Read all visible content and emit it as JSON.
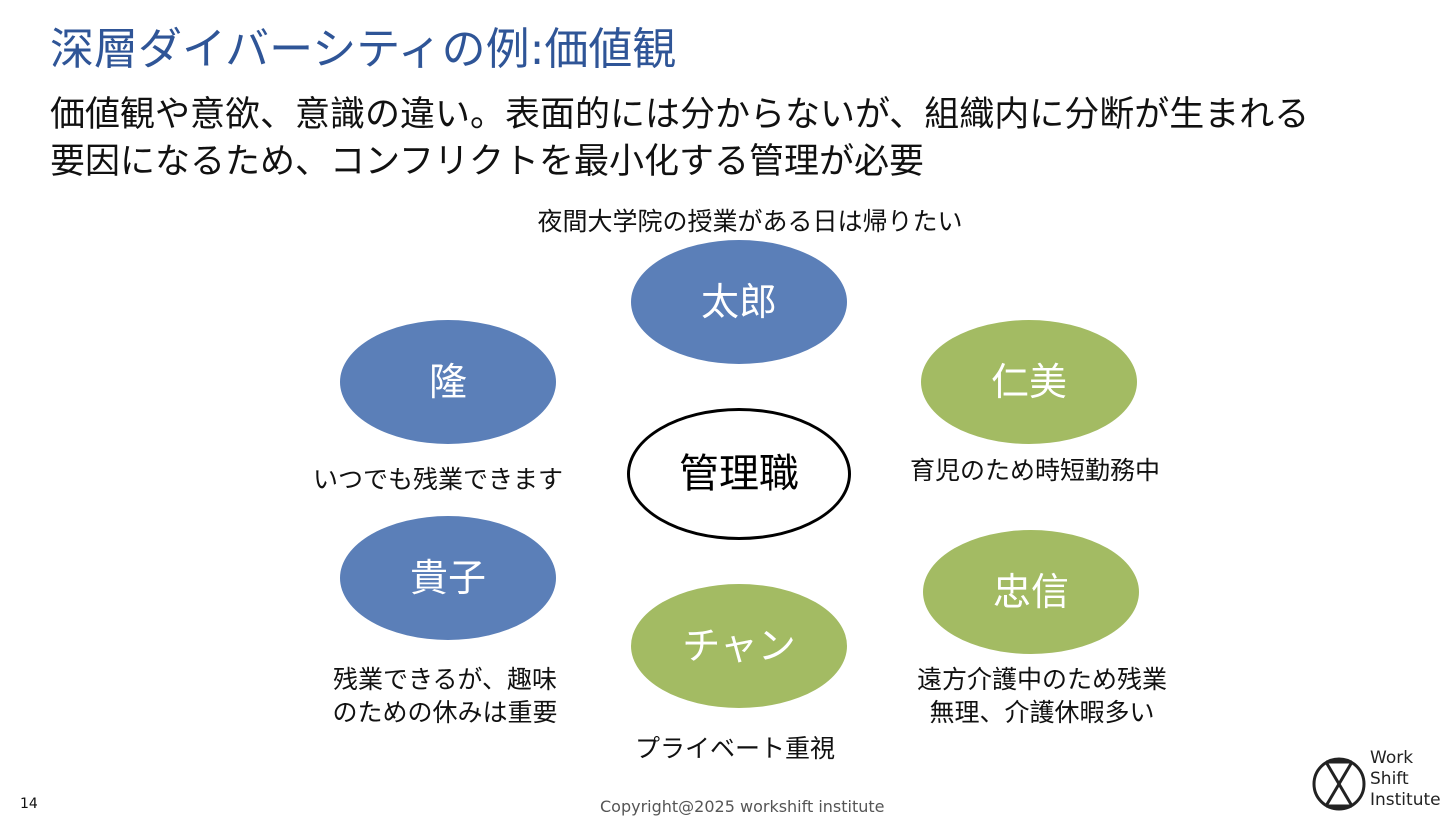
{
  "title": "深層ダイバーシティの例:価値観",
  "subtitle": {
    "line1": "価値観や意欲、意識の違い。表面的には分からないが、組織内に分断が生まれる",
    "line2": "要因になるため、コンフリクトを最小化する管理が必要"
  },
  "colors": {
    "title": "#2f5597",
    "blue_node": "#5b7fb8",
    "green_node": "#a3bb63"
  },
  "diagram": {
    "center": "管理職",
    "nodes": {
      "taro": {
        "name": "太郎",
        "caption": "夜間大学院の授業がある日は帰りたい",
        "color": "blue"
      },
      "takashi": {
        "name": "隆",
        "caption": "いつでも残業できます",
        "color": "blue"
      },
      "hitomi": {
        "name": "仁美",
        "caption": "育児のため時短勤務中",
        "color": "green"
      },
      "takako": {
        "name": "貴子",
        "caption_line1": "残業できるが、趣味",
        "caption_line2": "のための休みは重要",
        "color": "blue"
      },
      "tadanobu": {
        "name": "忠信",
        "caption_line1": "遠方介護中のため残業",
        "caption_line2": "無理、介護休暇多い",
        "color": "green"
      },
      "chan": {
        "name": "チャン",
        "caption": "プライベート重視",
        "color": "green"
      }
    }
  },
  "footer": {
    "page_number": "14",
    "copyright": "Copyright@2025 workshift institute",
    "logo": {
      "line1": "Work",
      "line2": "Shift",
      "line3": "Institute"
    }
  }
}
